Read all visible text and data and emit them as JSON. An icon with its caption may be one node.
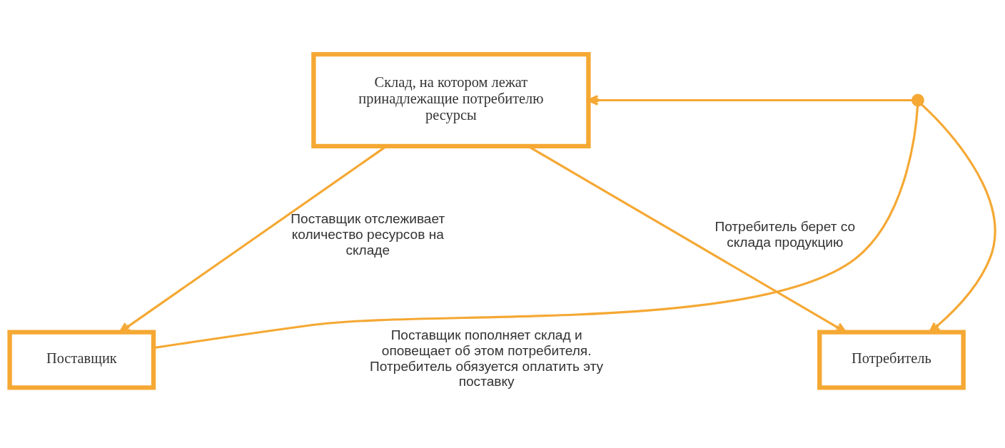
{
  "diagram": {
    "nodes": [
      {
        "text": [
          "Склад, на котором лежат принадлежащие потребителю ресурсы"
        ]
      },
      {
        "text": [
          "Поставщик"
        ]
      },
      {
        "text": [
          "Потребитель"
        ]
      },
      {
        "text": [],
        "shape": "circle"
      }
    ],
    "edges": [
      {
        "from": 0,
        "to": 1,
        "arrow": "to",
        "label": "Поставщик отслеживает количество ресурсов на складе"
      },
      {
        "from": 1,
        "to": 3,
        "arrow": "none"
      },
      {
        "from": 3,
        "to": 0,
        "arrow": "to"
      },
      {
        "from": 3,
        "to": 2,
        "arrow": "to"
      },
      {
        "from": 0,
        "to": 2,
        "arrow": "to",
        "label": "Потребитель берет со склада продукцию"
      }
    ],
    "labels": [
      "Поставщик пополняет склад и оповещает об этом потребителя. Потребитель обязуется оплатить эту поставку"
    ]
  }
}
